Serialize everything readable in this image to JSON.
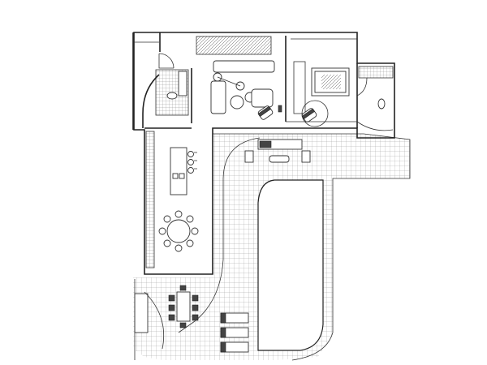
{
  "plan": {
    "background_color": "#ffffff",
    "line_color": "#222222",
    "grid_color": "#9a9a9a",
    "rooms": [
      {
        "id": "entry"
      },
      {
        "id": "bathroom-left"
      },
      {
        "id": "stair"
      },
      {
        "id": "living-room"
      },
      {
        "id": "bedroom"
      },
      {
        "id": "bathroom-right"
      },
      {
        "id": "kitchen"
      },
      {
        "id": "dining-room"
      },
      {
        "id": "terrace"
      },
      {
        "id": "pool"
      },
      {
        "id": "outdoor-dining"
      },
      {
        "id": "sun-loungers"
      }
    ],
    "furniture": {
      "living_sofa": 1,
      "armchairs": 3,
      "dining_chairs": 8,
      "bar_stools": 3,
      "outdoor_dining_chairs": 8,
      "sun_loungers": 3
    }
  }
}
